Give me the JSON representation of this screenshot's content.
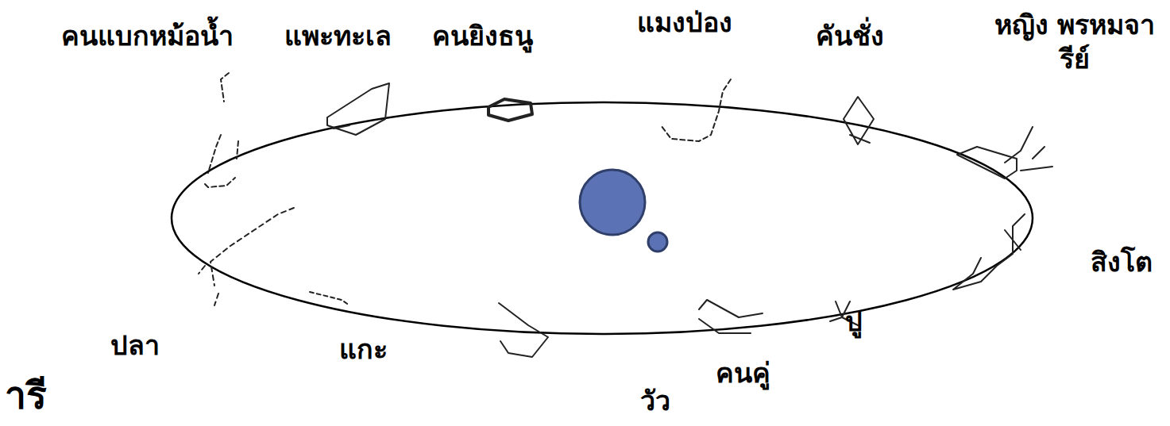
{
  "diagram": {
    "labels": [
      "คนแบกหม้อน้ำ",
      "แพะทะเล",
      "คนยิงธนู",
      "แมงป่อง",
      "คันชั่ง",
      "หญิง พรหมจารีย์",
      "สิงโต",
      "ปู",
      "คนคู่",
      "วัว",
      "แกะ",
      "ปลา",
      "ารี"
    ]
  }
}
